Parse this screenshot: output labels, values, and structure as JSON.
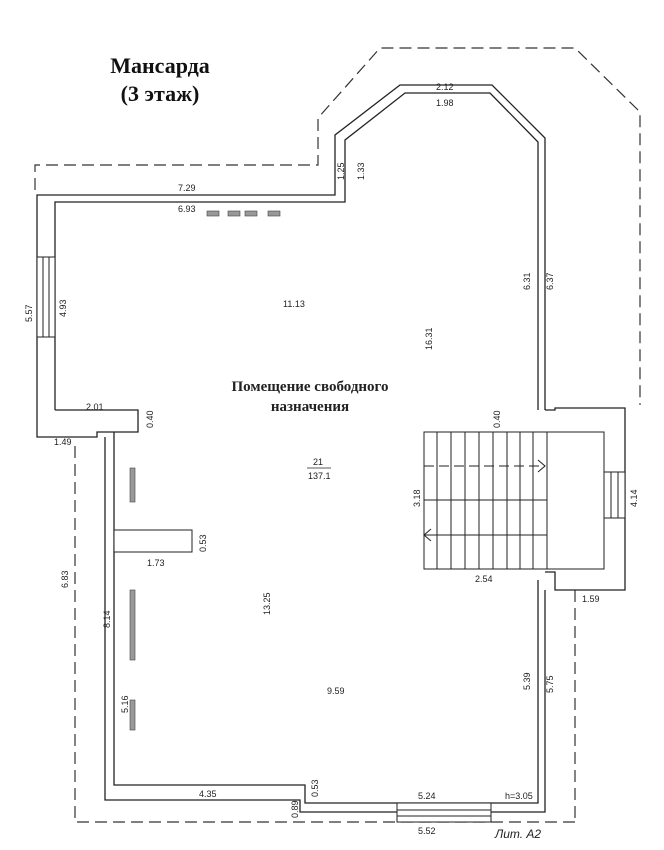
{
  "plan": {
    "title_line1": "Мансарда",
    "title_line2": "(3 этаж)",
    "room_name_line1": "Помещение свободного",
    "room_name_line2": "назначения",
    "room_number": "21",
    "room_area": "137.1",
    "height_label": "h=3.05",
    "lit_label": "Лит. А2",
    "dimensions": {
      "top_outer": "7.29",
      "top_inner": "6.93",
      "bay_top_outer": "2.12",
      "bay_top_inner": "1.98",
      "bay_left_outer": "1.25",
      "bay_left_inner": "1.33",
      "right_upper_inner": "6.31",
      "right_upper_outer": "6.37",
      "length_main": "16.31",
      "width_upper": "11.13",
      "left_outer": "5.57",
      "left_inner": "4.93",
      "ledge_width": "2.01",
      "ledge_depth": "0.40",
      "ledge_outer": "1.49",
      "stair_top": "0.40",
      "stair_height": "3.18",
      "stair_width": "2.54",
      "stair_box_side": "4.14",
      "stair_box_bottom": "1.59",
      "left_lower_outer": "6.83",
      "left_lower_inner": "8.14",
      "left_bottom": "5.16",
      "partition_width": "1.73",
      "partition_depth": "0.53",
      "length_lower": "13.25",
      "width_lower": "9.59",
      "right_lower_inner": "5.39",
      "right_lower_outer": "5.75",
      "bottom_left": "4.35",
      "corner_a": "0.53",
      "corner_b": "0.89",
      "bottom_inner": "5.24",
      "bottom_outer": "5.52"
    }
  }
}
